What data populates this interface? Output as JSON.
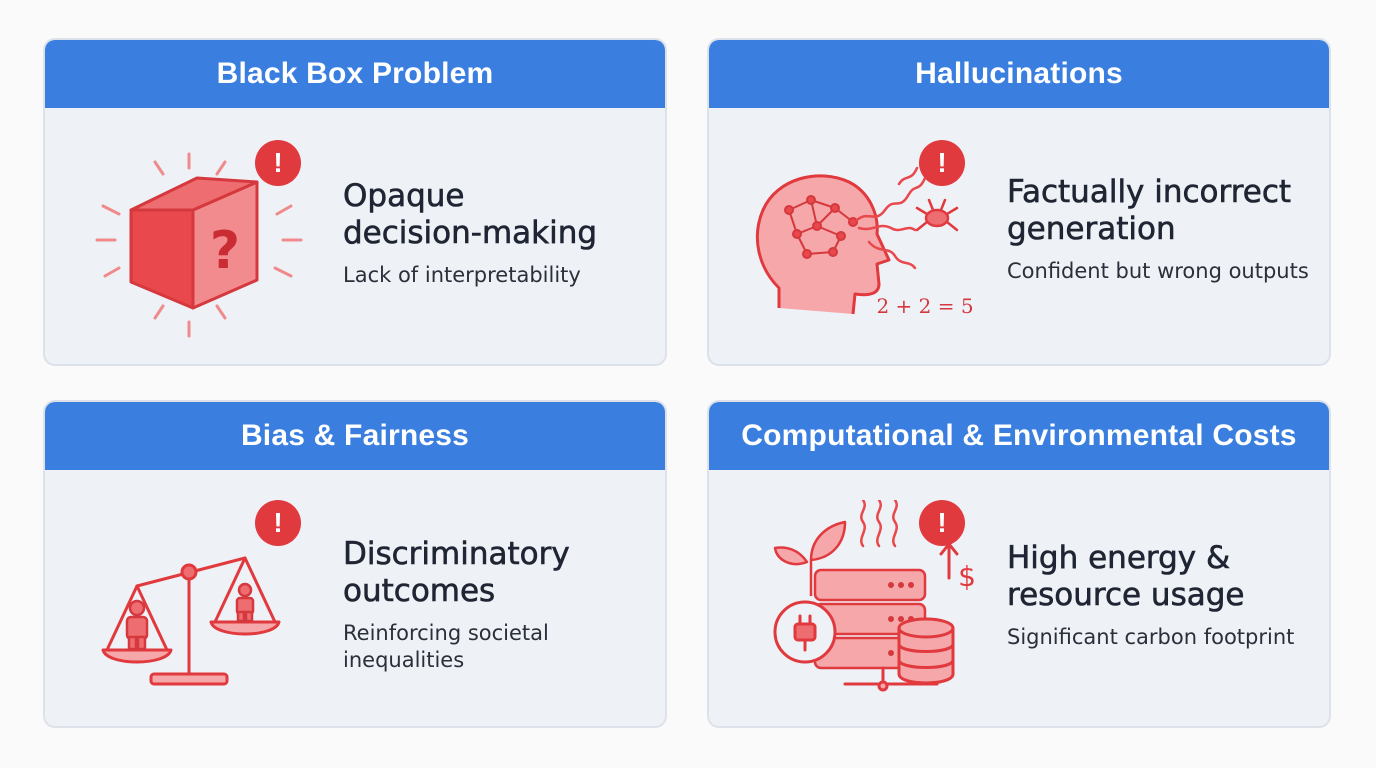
{
  "alert_glyph": "!",
  "colors": {
    "header": "#3a7fe0",
    "card_bg": "#eef1f6",
    "accent": "#e0393e"
  },
  "cards": [
    {
      "title": "Black Box Problem",
      "headline": "Opaque decision-making",
      "headline_l1": "Opaque",
      "headline_l2": "decision-making",
      "subline": "Lack of interpretability",
      "icon": "question-cube-icon"
    },
    {
      "title": "Hallucinations",
      "headline": "Factually incorrect generation",
      "headline_l1": "Factually incorrect",
      "headline_l2": "generation",
      "subline": "Confident but wrong outputs",
      "equation": "2 + 2 = 5",
      "icon": "brain-head-bug-icon"
    },
    {
      "title": "Bias & Fairness",
      "headline": "Discriminatory outcomes",
      "headline_l1": "Discriminatory",
      "headline_l2": "outcomes",
      "subline": "Reinforcing societal inequalities",
      "subline_l1": "Reinforcing societal",
      "subline_l2": "inequalities",
      "icon": "unbalanced-scale-icon"
    },
    {
      "title": "Computational & Environmental Costs",
      "headline": "High energy & resource usage",
      "headline_l1": "High energy &",
      "headline_l2": "resource usage",
      "subline": "Significant carbon footprint",
      "icon": "server-energy-icon"
    }
  ]
}
